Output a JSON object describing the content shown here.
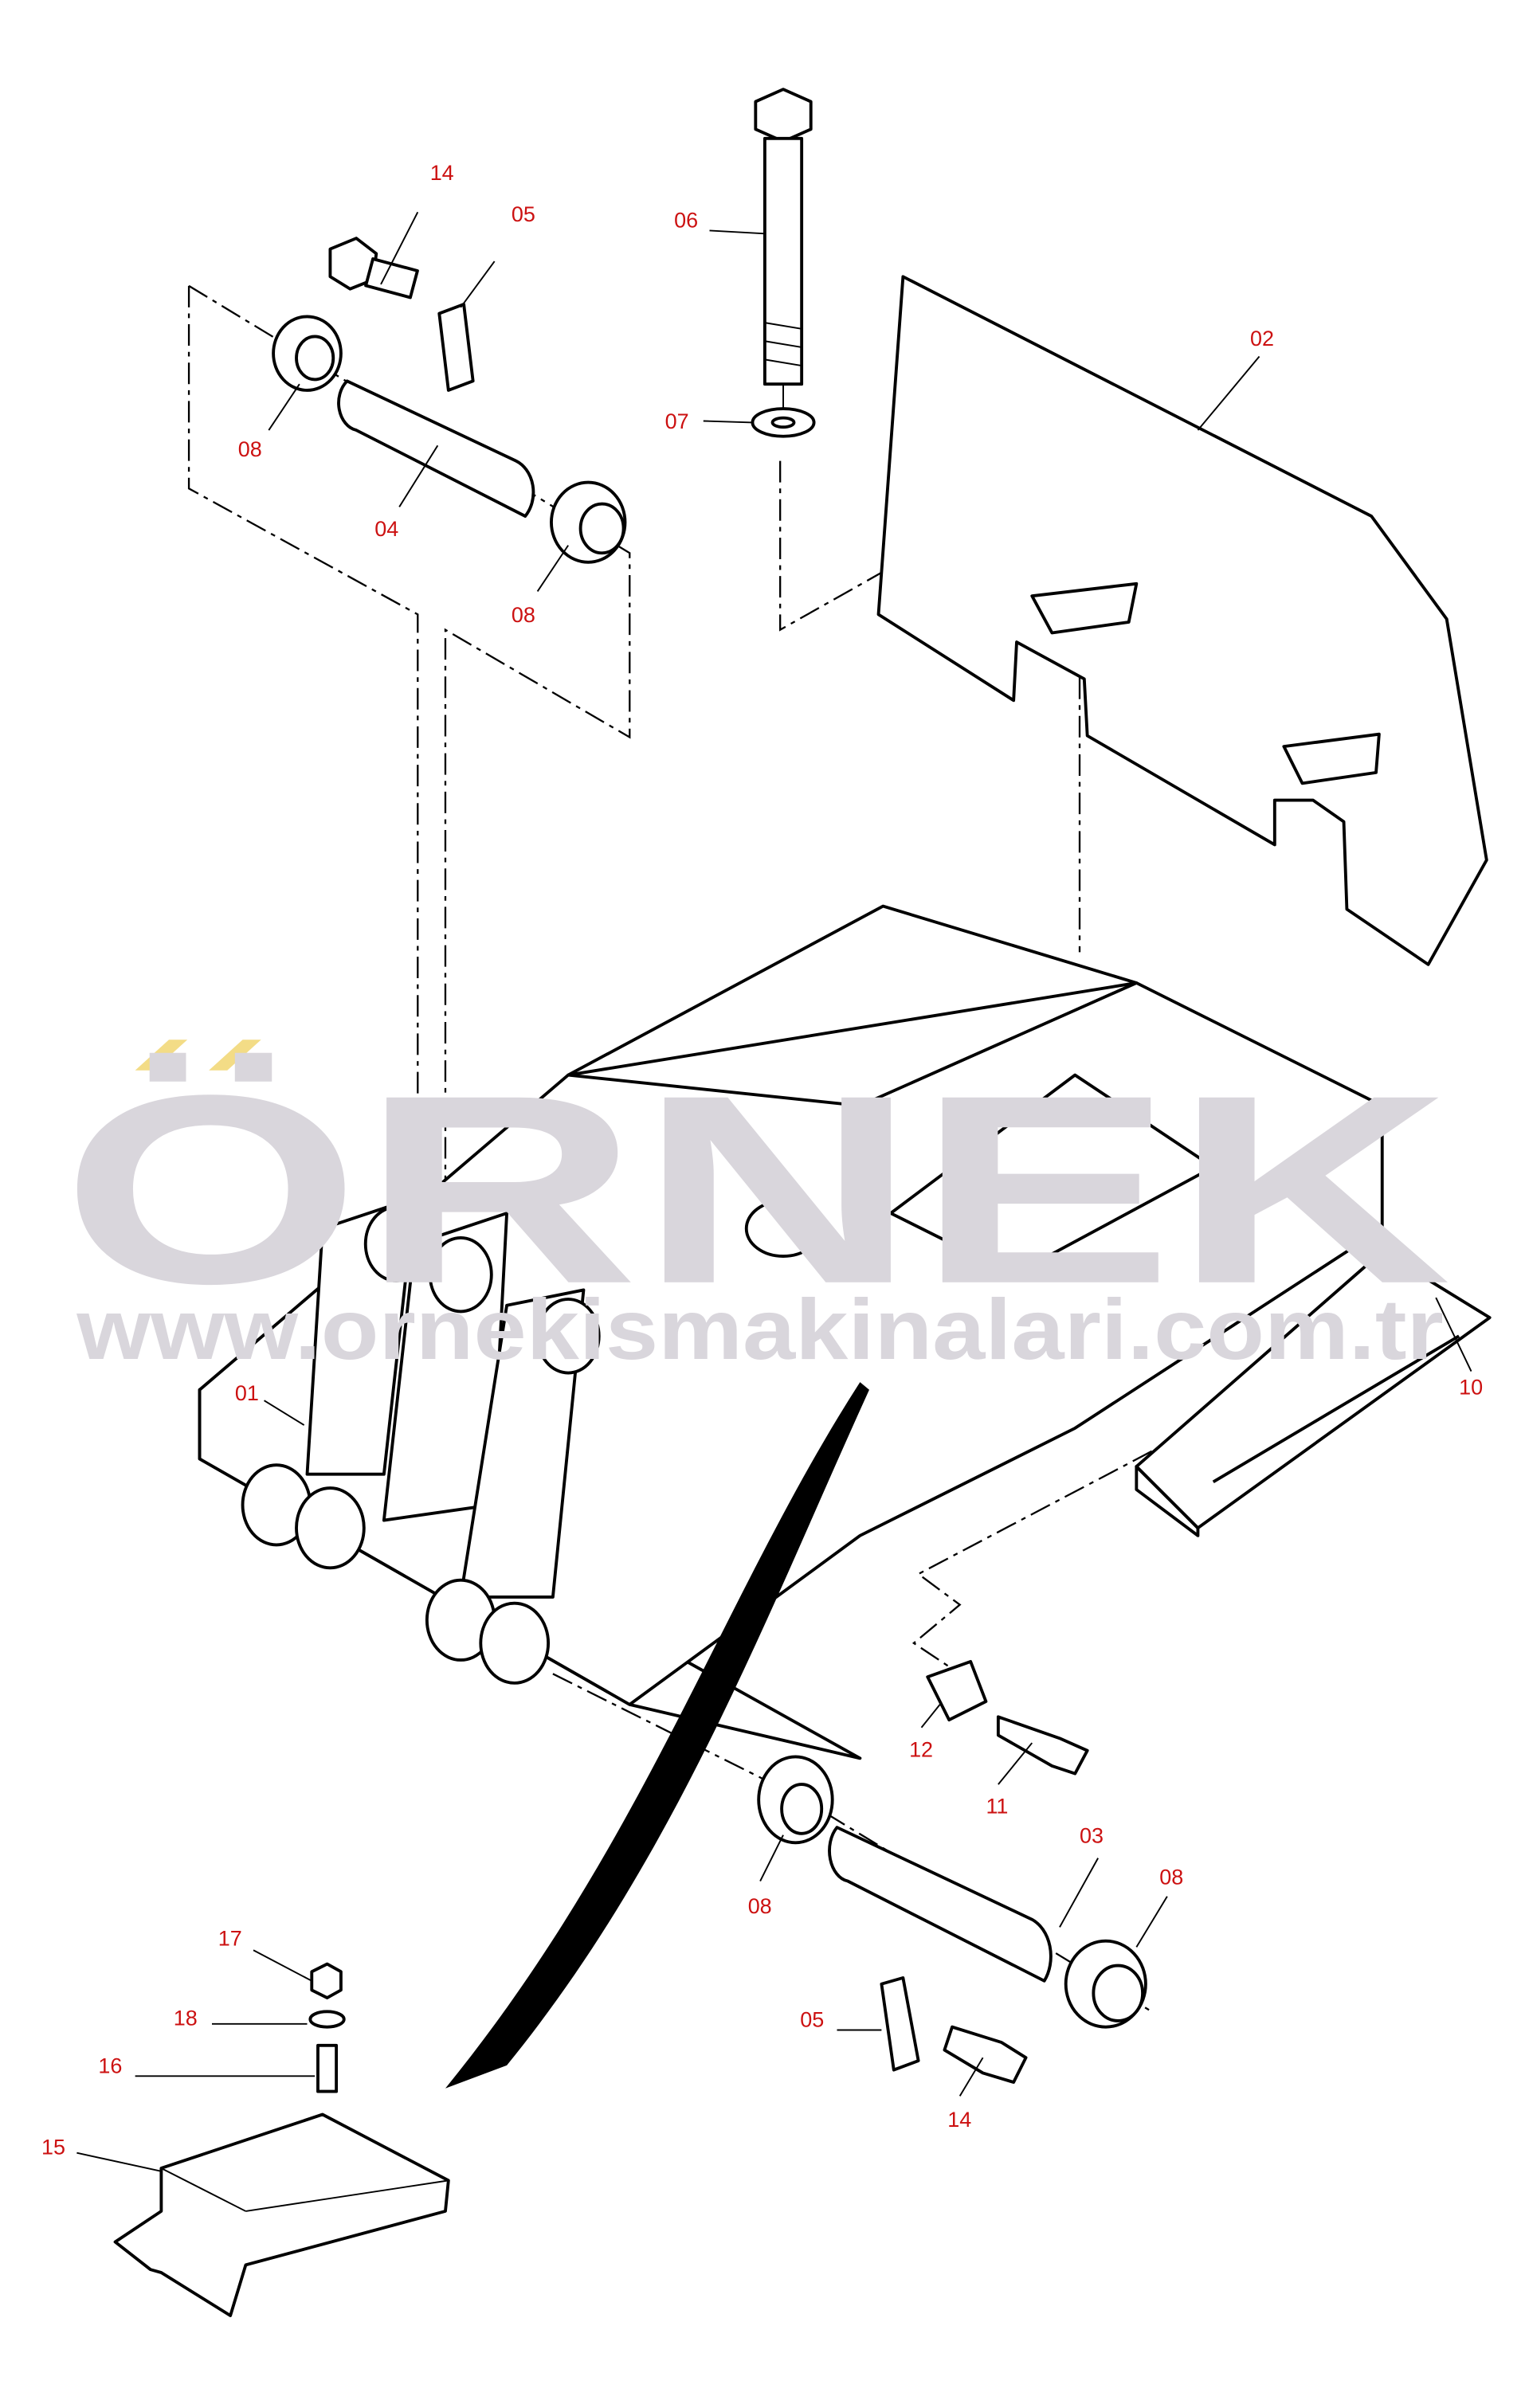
{
  "watermark": {
    "brand": "ÖRNEK",
    "url": "www.ornekismakinalari.com.tr"
  },
  "colors": {
    "label": "#cc1111",
    "watermark": "#d9d6dc",
    "line": "#000000"
  },
  "callouts": {
    "c14a": "14",
    "c05a": "05",
    "c06": "06",
    "c02": "02",
    "c07": "07",
    "c08a": "08",
    "c04": "04",
    "c08b": "08",
    "c01": "01",
    "c10": "10",
    "c12": "12",
    "c11": "11",
    "c03": "03",
    "c08c": "08",
    "c08d": "08",
    "c17": "17",
    "c18": "18",
    "c16": "16",
    "c05b": "05",
    "c14b": "14",
    "c15": "15"
  }
}
